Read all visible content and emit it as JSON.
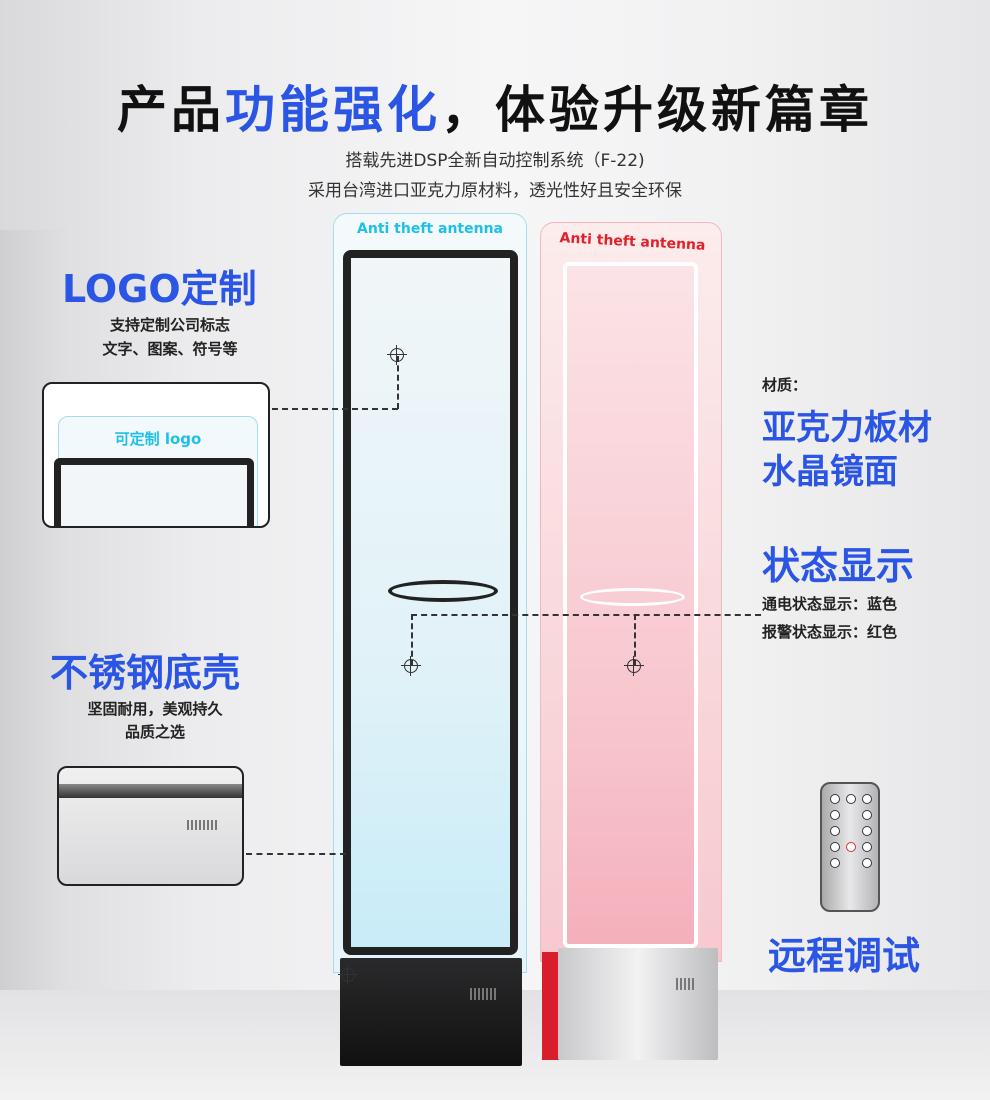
{
  "header": {
    "title_part1": "产品",
    "title_highlight": "功能强化",
    "title_part2": "，体验升级新篇章",
    "subtitle_line1": "搭载先进DSP全新自动控制系统（F-22)",
    "subtitle_line2": "采用台湾进口亚克力原材料，透光性好且安全环保"
  },
  "logo_section": {
    "heading": "LOGO定制",
    "desc_line1": "支持定制公司标志",
    "desc_line2": "文字、图案、符号等",
    "card_label": "可定制 logo"
  },
  "base_section": {
    "heading": "不锈钢底壳",
    "desc_line1": "坚固耐用，美观持久",
    "desc_line2": "品质之选"
  },
  "material_section": {
    "label": "材质：",
    "line1": "亚克力板材",
    "line2": "水晶镜面"
  },
  "status_section": {
    "heading": "状态显示",
    "line1": "通电状态显示：蓝色",
    "line2": "报警状态显示：红色"
  },
  "remote_section": {
    "heading": "远程调试"
  },
  "antennas": {
    "blue_label": "Anti theft antenna",
    "red_label": "Anti theft antenna"
  },
  "colors": {
    "accent": "#2a55e5",
    "blue_label": "#1ec0e6",
    "red_label": "#e0202a"
  }
}
